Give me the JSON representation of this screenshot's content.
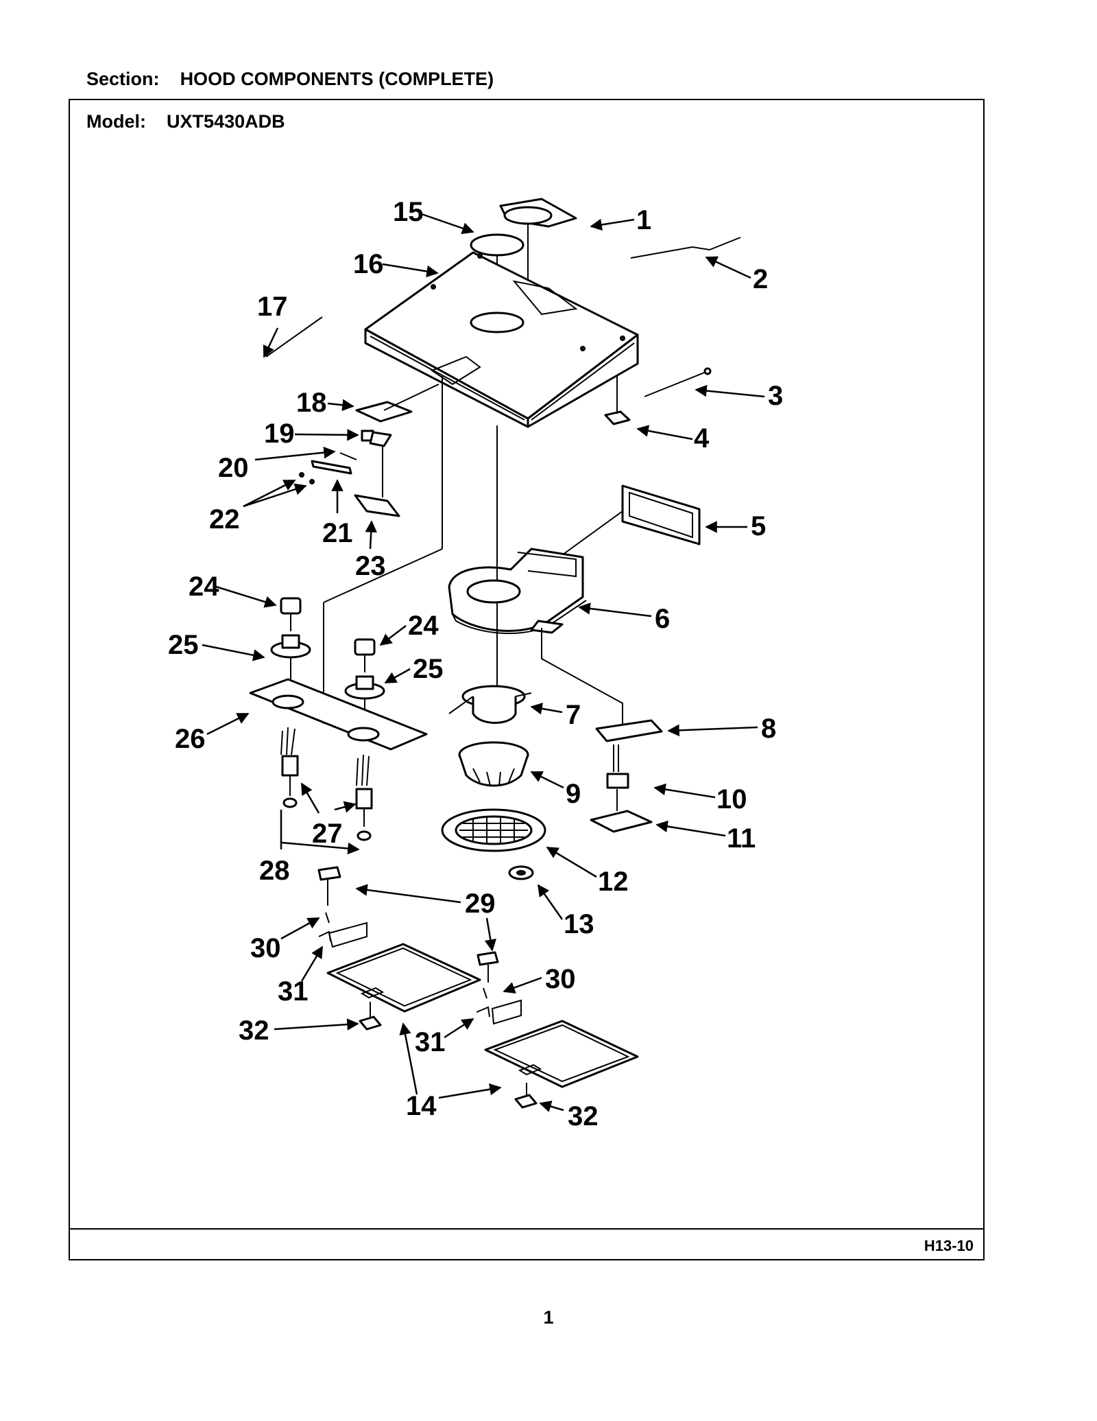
{
  "section": {
    "label": "Section:",
    "name": "HOOD COMPONENTS (COMPLETE)"
  },
  "model": {
    "label": "Model:",
    "number": "UXT5430ADB"
  },
  "drawing_code": "H13-10",
  "page_number": "1",
  "callouts": [
    "1",
    "2",
    "3",
    "4",
    "5",
    "6",
    "7",
    "8",
    "9",
    "10",
    "11",
    "12",
    "13",
    "14",
    "14",
    "15",
    "16",
    "17",
    "18",
    "19",
    "20",
    "21",
    "22",
    "22",
    "23",
    "24",
    "24",
    "25",
    "25",
    "26",
    "27",
    "27",
    "28",
    "28",
    "29",
    "29",
    "30",
    "30",
    "31",
    "31",
    "32",
    "32"
  ]
}
